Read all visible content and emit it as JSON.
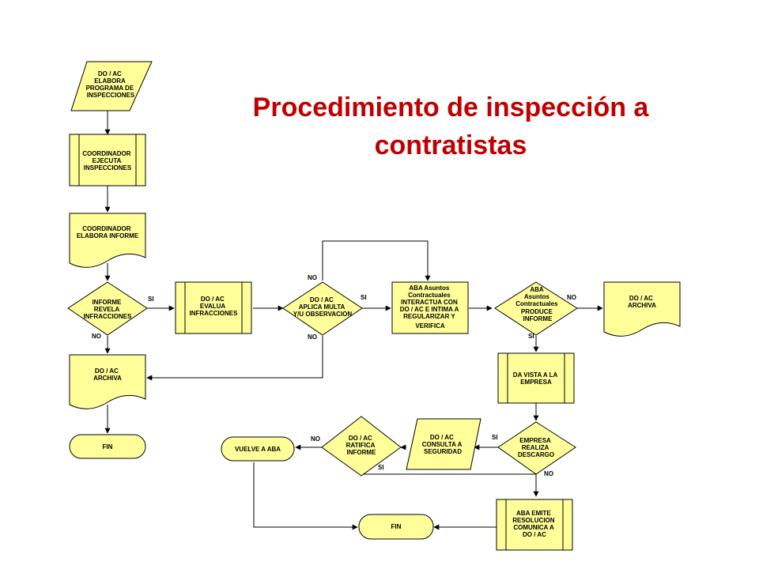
{
  "title": "Procedimiento de inspección a contratistas",
  "nodes": {
    "do_ac_elabora_programa": [
      "DO / AC",
      "ELABORA",
      "PROGRAMA DE",
      "INSPECCIONES"
    ],
    "coordinador_ejecuta": [
      "COORDINADOR",
      "EJECUTA",
      "INSPECCIONES"
    ],
    "coordinador_elabora_informe": [
      "COORDINADOR",
      "ELABORA INFORME"
    ],
    "informe_revela": [
      "INFORME",
      "REVELA",
      "INFRACCIONES"
    ],
    "do_ac_archiva_left": [
      "DO / AC",
      "ARCHIVA"
    ],
    "fin_left": [
      "FIN"
    ],
    "do_ac_evalua": [
      "DO / AC",
      "EVALUA",
      "INFRACCIONES"
    ],
    "do_ac_aplica_multa": [
      "DO / AC",
      "APLICA MULTA",
      "Y/U OBSERVACION"
    ],
    "aba_interactua": [
      "ABA Asuntos",
      "Contractuales",
      "INTERACTUA CON",
      "DO / AC E INTIMA A",
      "REGULARIZAR Y",
      "VERIFICA"
    ],
    "aba_produce_informe": [
      "ABA",
      "Asuntos",
      "Contractuales",
      "PRODUCE",
      "INFORME"
    ],
    "do_ac_archiva_right": [
      "DO / AC",
      "ARCHIVA"
    ],
    "da_vista": [
      "DA VISTA A LA",
      "EMPRESA"
    ],
    "empresa_realiza": [
      "EMPRESA",
      "REALIZA",
      "DESCARGO"
    ],
    "do_ac_consulta": [
      "DO / AC",
      "CONSULTA A",
      "SEGURIDAD"
    ],
    "do_ac_ratifica": [
      "DO / AC",
      "RATIFICA",
      "INFORME"
    ],
    "vuelve_a_aba": [
      "VUELVE A ABA"
    ],
    "aba_emite": [
      "ABA EMITE",
      "RESOLUCION",
      "COMUNICA A",
      "DO / AC"
    ],
    "fin_bottom": [
      "FIN"
    ]
  },
  "edge_labels": {
    "informe_si": "SI",
    "informe_no": "NO",
    "multa_si": "SI",
    "multa_no_top": "NO",
    "multa_no_bottom": "NO",
    "aba_no": "NO",
    "aba_si": "SI",
    "empresa_si": "SI",
    "empresa_no": "NO",
    "ratifica_no": "NO",
    "ratifica_si": "SI"
  }
}
